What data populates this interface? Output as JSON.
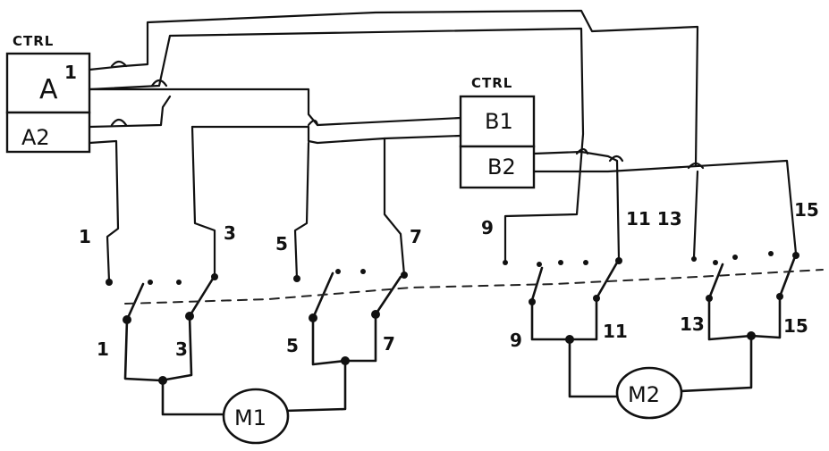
{
  "ctrl_a": {
    "heading": "CTRL",
    "cell_1": "A",
    "cell_1_sup": "1",
    "cell_2": "A2"
  },
  "ctrl_b": {
    "heading": "CTRL",
    "cell_1": "B1",
    "cell_2": "B2"
  },
  "terminals_top": {
    "t1": "1",
    "t3": "3",
    "t5": "5",
    "t7": "7",
    "t9": "9",
    "t11_13": "11 13",
    "t15": "15"
  },
  "terminals_bottom": {
    "t1": "1",
    "t3": "3",
    "t5": "5",
    "t7": "7",
    "t9": "9",
    "t11": "11",
    "t13": "13",
    "t15": "15"
  },
  "motors": {
    "m1": "M1",
    "m2": "M2"
  }
}
